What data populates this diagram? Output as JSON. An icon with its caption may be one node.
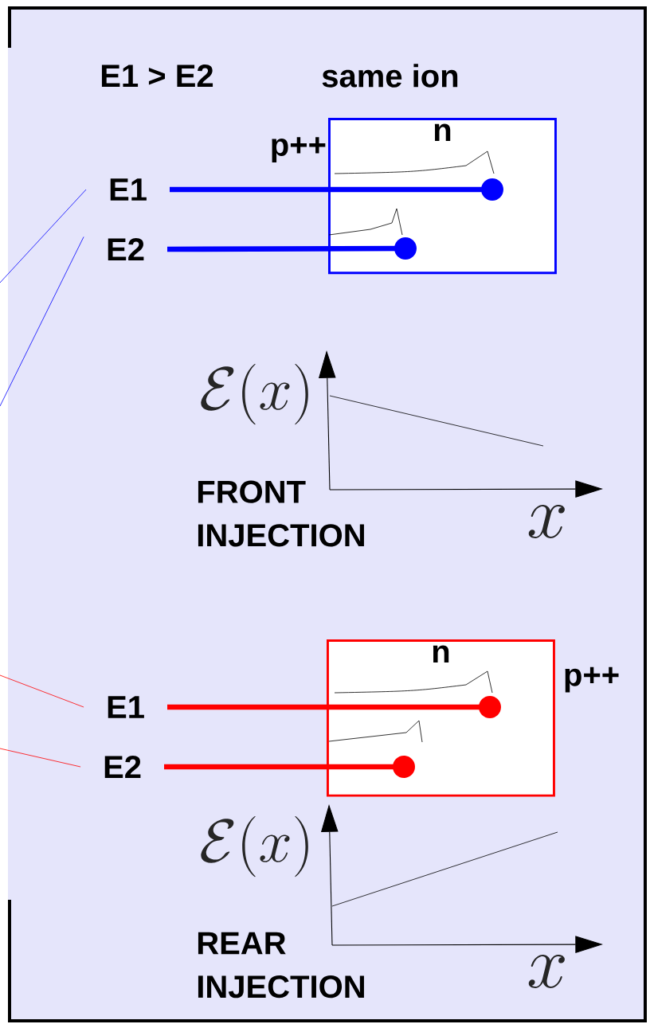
{
  "diagram": {
    "nodes": [
      {
        "text": [
          "n"
        ],
        "beside": [
          "p++"
        ]
      },
      {
        "text": [
          "E1"
        ]
      },
      {
        "text": [
          "E2"
        ]
      },
      {
        "text": [],
        "shape": "circle",
        "in": 0
      },
      {
        "text": [],
        "shape": "circle",
        "in": 0
      },
      {
        "text": [
          "n"
        ],
        "beside": [
          "p++"
        ]
      },
      {
        "text": [
          "E1"
        ]
      },
      {
        "text": [
          "E2"
        ]
      },
      {
        "text": [],
        "shape": "circle",
        "in": 5
      },
      {
        "text": [],
        "shape": "circle",
        "in": 5
      }
    ],
    "edges": [
      {
        "from": 1,
        "to": 3,
        "arrow": "none",
        "style": "thick",
        "color": "#0000ff"
      },
      {
        "from": 2,
        "to": 4,
        "arrow": "none",
        "style": "thick",
        "color": "#0000ff"
      },
      {
        "from": null,
        "to": 1,
        "arrow": "none",
        "color": "#0000ff"
      },
      {
        "from": null,
        "to": 2,
        "arrow": "none",
        "color": "#0000ff"
      },
      {
        "from": 6,
        "to": 8,
        "arrow": "none",
        "style": "thick",
        "color": "#ff0000"
      },
      {
        "from": 7,
        "to": 9,
        "arrow": "none",
        "style": "thick",
        "color": "#ff0000"
      },
      {
        "from": null,
        "to": 6,
        "arrow": "none",
        "color": "#ff0000"
      },
      {
        "from": null,
        "to": 7,
        "arrow": "none",
        "color": "#ff0000"
      }
    ],
    "labels": [
      "E1 > E2",
      "same ion",
      "\\mathcal{E}(x)",
      "x",
      "FRONT INJECTION",
      "\\mathcal{E}(x)",
      "x",
      "REAR INJECTION"
    ]
  }
}
